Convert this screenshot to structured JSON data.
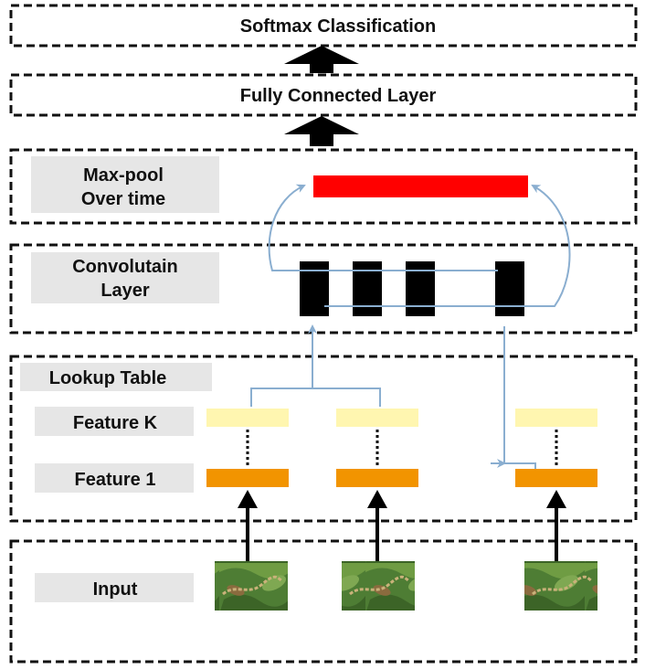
{
  "layers": {
    "softmax": {
      "title": "Softmax Classification"
    },
    "fully_connected": {
      "title": "Fully Connected Layer"
    },
    "maxpool": {
      "line1": "Max-pool",
      "line2": "Over time"
    },
    "convolution": {
      "line1": "Convolutain",
      "line2": "Layer"
    },
    "lookup": {
      "title": "Lookup Table",
      "feature_k": "Feature K",
      "feature_1": "Feature 1"
    },
    "input": {
      "title": "Input"
    }
  },
  "colors": {
    "maxpool_bar": "#ff0000",
    "conv_filter": "#000000",
    "feature_k": "#fff6b0",
    "feature_1": "#f29400",
    "connector": "#8aaed0",
    "label_bg": "#e6e6e6"
  },
  "image_depiction": "snake-on-leaves"
}
